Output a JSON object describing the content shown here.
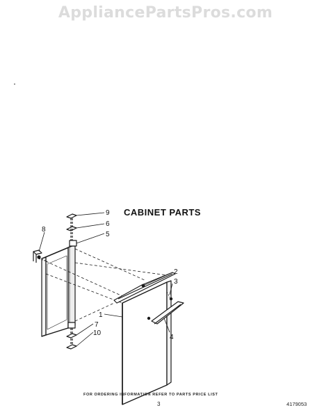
{
  "watermark": "AppliancePartsPros.com",
  "section_title": "CABINET PARTS",
  "callouts": [
    "1",
    "2",
    "3",
    "4",
    "5",
    "6",
    "7",
    "8",
    "9",
    "10"
  ],
  "footer_note": "FOR ORDERING INFORMATION REFER TO PARTS PRICE LIST",
  "page_number": "3",
  "document_number": "4179053"
}
